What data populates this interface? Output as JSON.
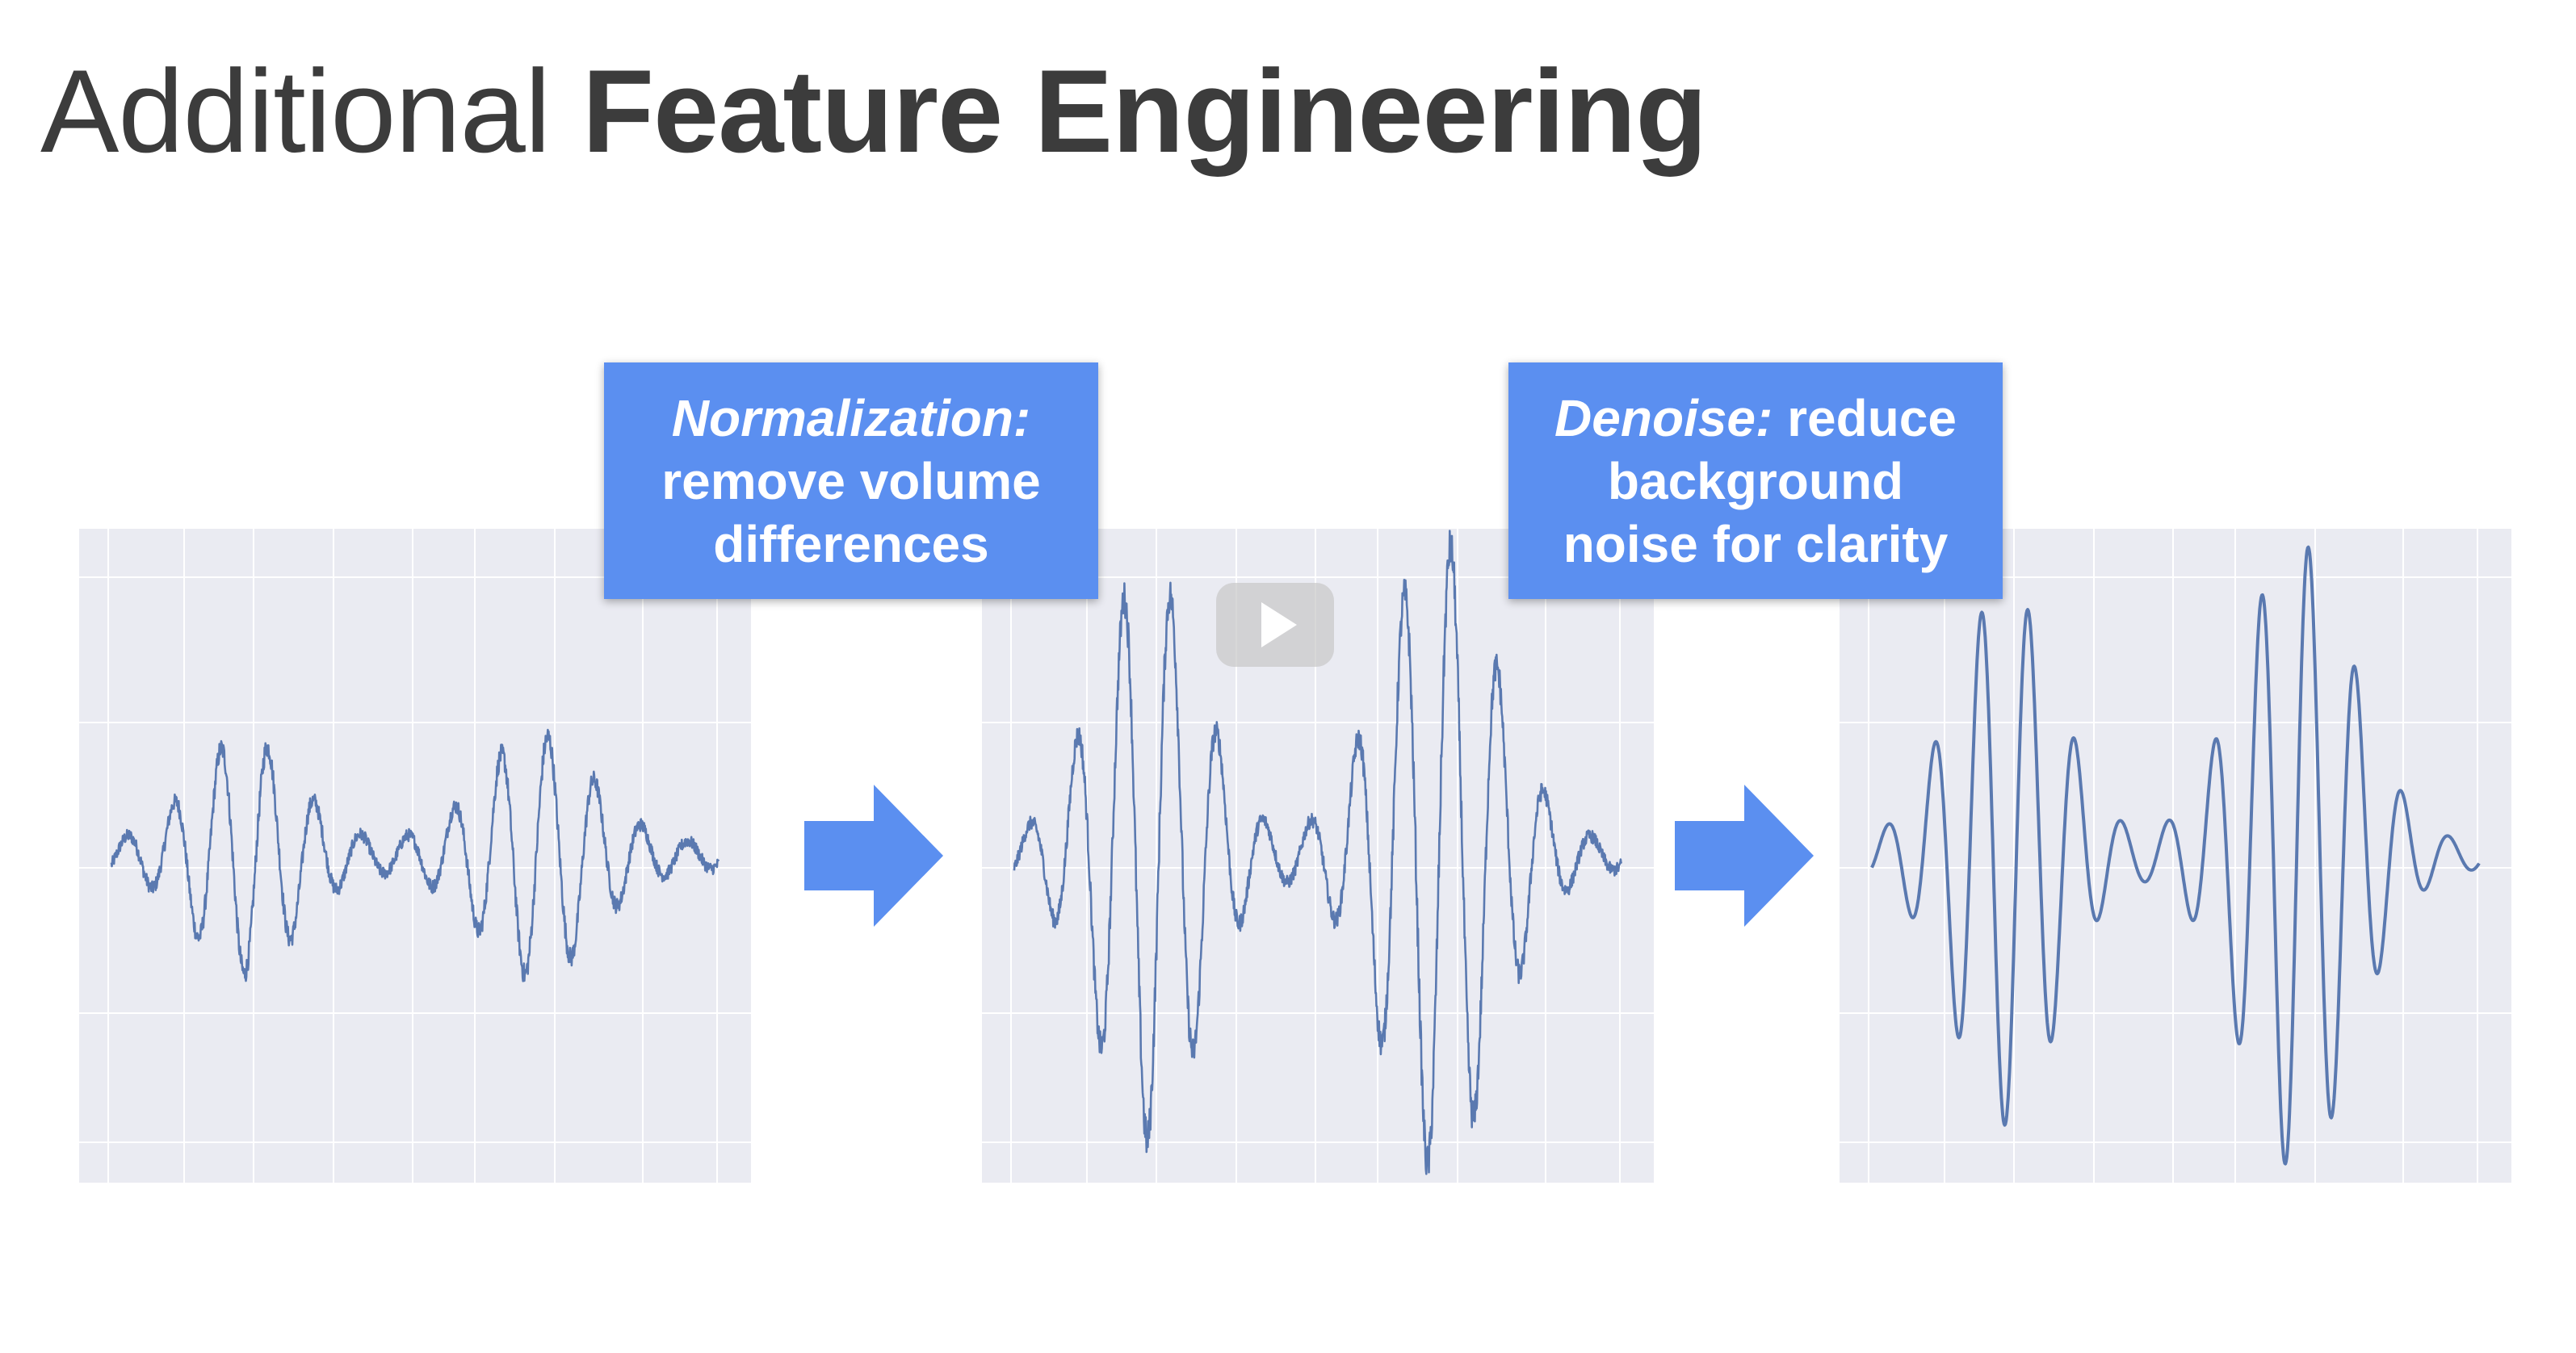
{
  "title": {
    "regular": "Additional",
    "bold": "Feature Engineering"
  },
  "callouts": [
    {
      "emphasis": "Normalization:",
      "rest": "",
      "line2": "remove volume",
      "line3": "differences"
    },
    {
      "emphasis": "Denoise:",
      "rest": " reduce",
      "line2": "background",
      "line3": "noise for clarity"
    }
  ],
  "colors": {
    "accent": "#5b8ff0",
    "waveform": "#5a79b0",
    "panel_bg": "#eaebf2",
    "grid": "#ffffff",
    "title": "#3c3c3c"
  },
  "icons": {
    "arrow": "right-arrow-icon",
    "play": "play-icon"
  },
  "chart_data": [
    {
      "type": "line",
      "style": "noisy",
      "grid": true,
      "y_range": [
        -1,
        1
      ],
      "envelope_peaks": [
        0.35,
        0.36
      ],
      "carrier_cycles": 13
    },
    {
      "type": "line",
      "style": "noisy",
      "grid": true,
      "y_range": [
        -1,
        1
      ],
      "envelope_peaks": [
        0.9,
        1.0
      ],
      "carrier_cycles": 13
    },
    {
      "type": "line",
      "style": "clean",
      "grid": true,
      "y_range": [
        -1,
        1
      ],
      "envelope_peaks": [
        0.85,
        1.0
      ],
      "carrier_cycles": 13
    }
  ]
}
